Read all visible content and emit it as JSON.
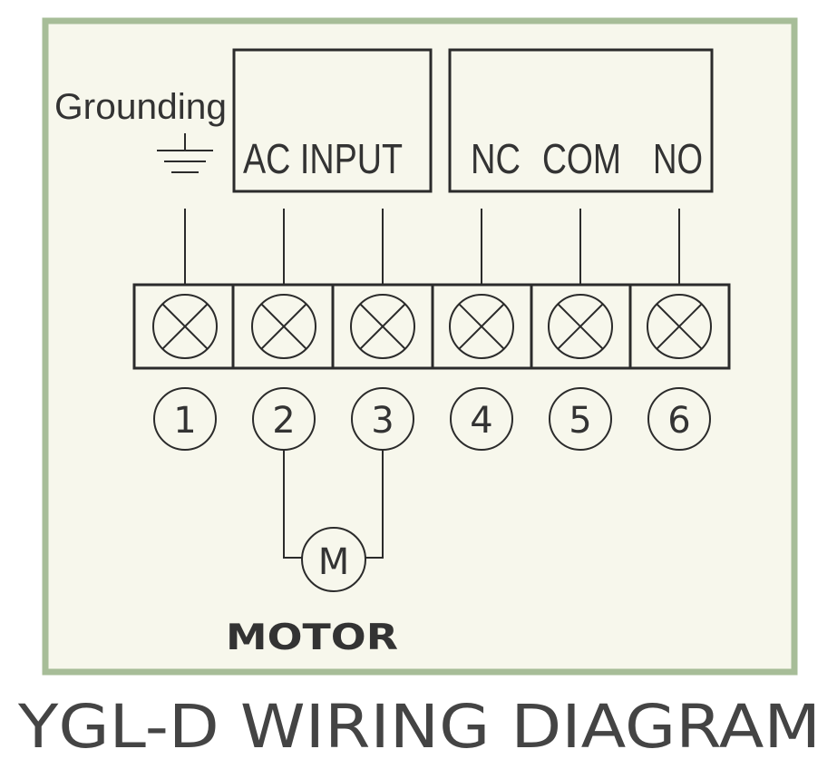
{
  "diagram": {
    "title": "YGL-D WIRING DIAGRAM",
    "grounding_label": "Grounding",
    "ac_input_label": "AC INPUT",
    "relay_labels": {
      "nc": "NC",
      "com": "COM",
      "no": "NO"
    },
    "terminals": [
      "1",
      "2",
      "3",
      "4",
      "5",
      "6"
    ],
    "motor_symbol": "M",
    "motor_label": "MOTOR",
    "icons": [
      "ground-icon",
      "terminal-screw-icon",
      "motor-icon"
    ]
  },
  "colors": {
    "frame_border": "#a7bd98",
    "panel_background": "#f7f7ec",
    "line": "#2b2b2b",
    "text": "#333333"
  }
}
